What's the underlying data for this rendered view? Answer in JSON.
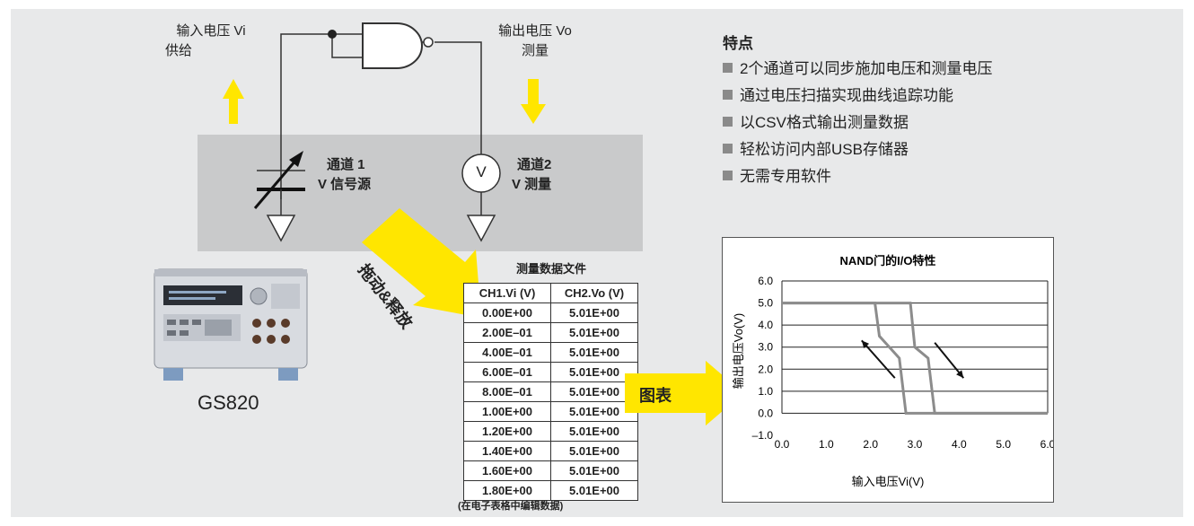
{
  "circuit": {
    "input_label_line1": "输入电压 Vi",
    "input_label_line2": "供给",
    "output_label_line1": "输出电压 Vo",
    "output_label_line2": "测量",
    "ch1_line1": "通道 1",
    "ch1_line2": "V 信号源",
    "ch2_line1": "通道2",
    "ch2_line2": "V  测量",
    "voltmeter_symbol": "V",
    "drag_drop_label": "拖动&释放",
    "chart_arrow_label": "图表",
    "device_name": "GS820"
  },
  "features": {
    "title": "特点",
    "items": [
      "2个通道可以同步施加电压和测量电压",
      "通过电压扫描实现曲线追踪功能",
      "以CSV格式输出测量数据",
      "轻松访问内部USB存储器",
      "无需专用软件"
    ]
  },
  "data_file": {
    "title": "测量数据文件",
    "headers": [
      "CH1.Vi (V)",
      "CH2.Vo (V)"
    ],
    "rows": [
      [
        "0.00E+00",
        "5.01E+00"
      ],
      [
        "2.00E–01",
        "5.01E+00"
      ],
      [
        "4.00E–01",
        "5.01E+00"
      ],
      [
        "6.00E–01",
        "5.01E+00"
      ],
      [
        "8.00E–01",
        "5.01E+00"
      ],
      [
        "1.00E+00",
        "5.01E+00"
      ],
      [
        "1.20E+00",
        "5.01E+00"
      ],
      [
        "1.40E+00",
        "5.01E+00"
      ],
      [
        "1.60E+00",
        "5.01E+00"
      ],
      [
        "1.80E+00",
        "5.01E+00"
      ]
    ],
    "note": "(在电子表格中编辑数据)"
  },
  "colors": {
    "panel_bg": "#e8e9ea",
    "gray_box": "#c9cacb",
    "arrow_yellow": "#ffe600",
    "curve_gray": "#8c8c8c"
  },
  "chart_data": {
    "type": "line",
    "title": "NAND门的I/O特性",
    "xlabel": "输入电压Vi(V)",
    "ylabel": "输出电压Vo(V)",
    "xlim": [
      0,
      6
    ],
    "ylim": [
      -1,
      6
    ],
    "x_ticks": [
      "0.0",
      "1.0",
      "2.0",
      "3.0",
      "4.0",
      "5.0",
      "6.0"
    ],
    "y_ticks": [
      "6.0",
      "5.0",
      "4.0",
      "3.0",
      "2.0",
      "1.0",
      "0.0",
      "–1.0"
    ],
    "grid": true,
    "series": [
      {
        "x": [
          0,
          2.1,
          2.2,
          2.65,
          2.8,
          6
        ],
        "y": [
          5,
          5,
          3.5,
          2.5,
          0,
          0
        ]
      },
      {
        "x": [
          0,
          2.9,
          3.0,
          3.3,
          3.45,
          6
        ],
        "y": [
          5,
          5,
          3.0,
          2.5,
          0,
          0
        ]
      }
    ]
  }
}
